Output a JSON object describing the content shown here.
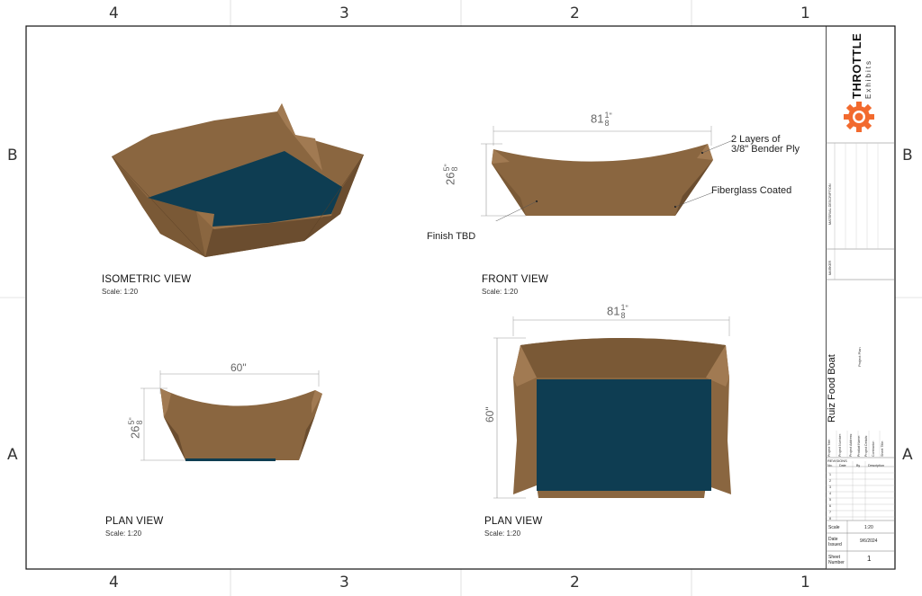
{
  "zones": {
    "columns": [
      "4",
      "3",
      "2",
      "1"
    ],
    "rows": [
      "B",
      "A"
    ]
  },
  "views": {
    "isometric": {
      "title": "ISOMETRIC VIEW",
      "scale": "Scale: 1:20"
    },
    "front": {
      "title": "FRONT VIEW",
      "scale": "Scale: 1:20"
    },
    "plan_left": {
      "title": "PLAN VIEW",
      "scale": "Scale: 1:20"
    },
    "plan_right": {
      "title": "PLAN VIEW",
      "scale": "Scale: 1:20"
    }
  },
  "dimensions": {
    "front_width_whole": "81",
    "front_width_num": "1",
    "front_width_den": "8",
    "front_width_unit": "\"",
    "front_height_whole": "26",
    "front_height_num": "5",
    "front_height_den": "8",
    "front_height_unit": "\"",
    "plan_left_width": "60\"",
    "plan_left_height_whole": "26",
    "plan_left_height_num": "5",
    "plan_left_height_den": "8",
    "plan_left_height_unit": "\"",
    "plan_right_width_whole": "81",
    "plan_right_width_num": "1",
    "plan_right_width_den": "8",
    "plan_right_width_unit": "\"",
    "plan_right_height": "60\""
  },
  "callouts": {
    "layers_line1": "2 Layers of",
    "layers_line2": "3/8\" Bender Ply",
    "fiberglass": "Fiberglass Coated",
    "finish": "Finish TBD"
  },
  "title_block": {
    "logo_word": "THROTTLE",
    "logo_sub": "Exhibits",
    "material_description": "MATERIAL DESCRIPTION",
    "marker": "MARKER",
    "project_name": "Ruiz Food Boat",
    "project_plan": "Project Plan",
    "fields": [
      "Project Title:",
      "Project Number:",
      "Project Address:",
      "Product Name:",
      "Project Details:",
      "Contractor:",
      "Sheet Title:"
    ],
    "revisions_label": "REVISIONS",
    "revision_headers": [
      "No.",
      "Date",
      "By",
      "Description"
    ],
    "revision_numbers": [
      "1",
      "2",
      "3",
      "4",
      "5",
      "6",
      "7",
      "8"
    ],
    "scale_label": "Scale",
    "scale_value": "1:20",
    "date_label_1": "Date",
    "date_label_2": "Issued",
    "date_value": "9/6/2024",
    "sheet_label_1": "Sheet",
    "sheet_label_2": "Number",
    "sheet_value": "1"
  },
  "colors": {
    "wood": "#8a6640",
    "wood_light": "#a17a52",
    "wood_dark": "#6b4d2f",
    "fill": "#0e3d52",
    "accent": "#f26a2e"
  }
}
